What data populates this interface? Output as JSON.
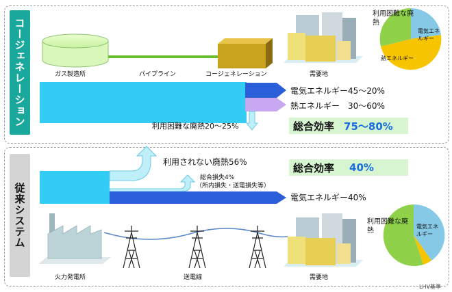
{
  "cogeneration": {
    "title": "コージェネレーション",
    "gas_plant": "ガス製造所",
    "pipeline": "パイプライン",
    "cogen_unit": "コージェネレーション",
    "demand_site": "需要地",
    "electric_out": "電気エネルギー45～20%",
    "heat_out": "熱エネルギー　30～60%",
    "waste_heat": "利用困難な廃熱20～25%",
    "efficiency_label": "総合効率",
    "efficiency_value": "75～80%",
    "pie": {
      "waste": "利用困難な廃熱",
      "electric": "電気エネルギー",
      "heat": "熱エネルギー"
    }
  },
  "conventional": {
    "title": "従来システム",
    "unused_heat": "利用されない廃熱56%",
    "loss_line1": "総合損失4%",
    "loss_line2": "（所内損失・送電損失等）",
    "electric_out": "電気エネルギー40%",
    "efficiency_label": "総合効率",
    "efficiency_value": "40%",
    "power_plant": "火力発電所",
    "transmission": "送電線",
    "demand_site": "需要地",
    "pie": {
      "waste": "利用困難な廃熱",
      "electric": "電気エネルギー"
    }
  },
  "note": "LHV基準",
  "colors": {
    "teal": "#1aa89c",
    "cyan_band": "#33ccf4",
    "blue_arrow": "#2a5fd9",
    "lilac_arrow": "#c8a8f0",
    "light_cyan": "#bfeff8",
    "eff_bg": "#d6f5d0",
    "pie_green": "#8fd24a",
    "pie_blue": "#86c9e6",
    "pie_yellow": "#f7c400"
  }
}
